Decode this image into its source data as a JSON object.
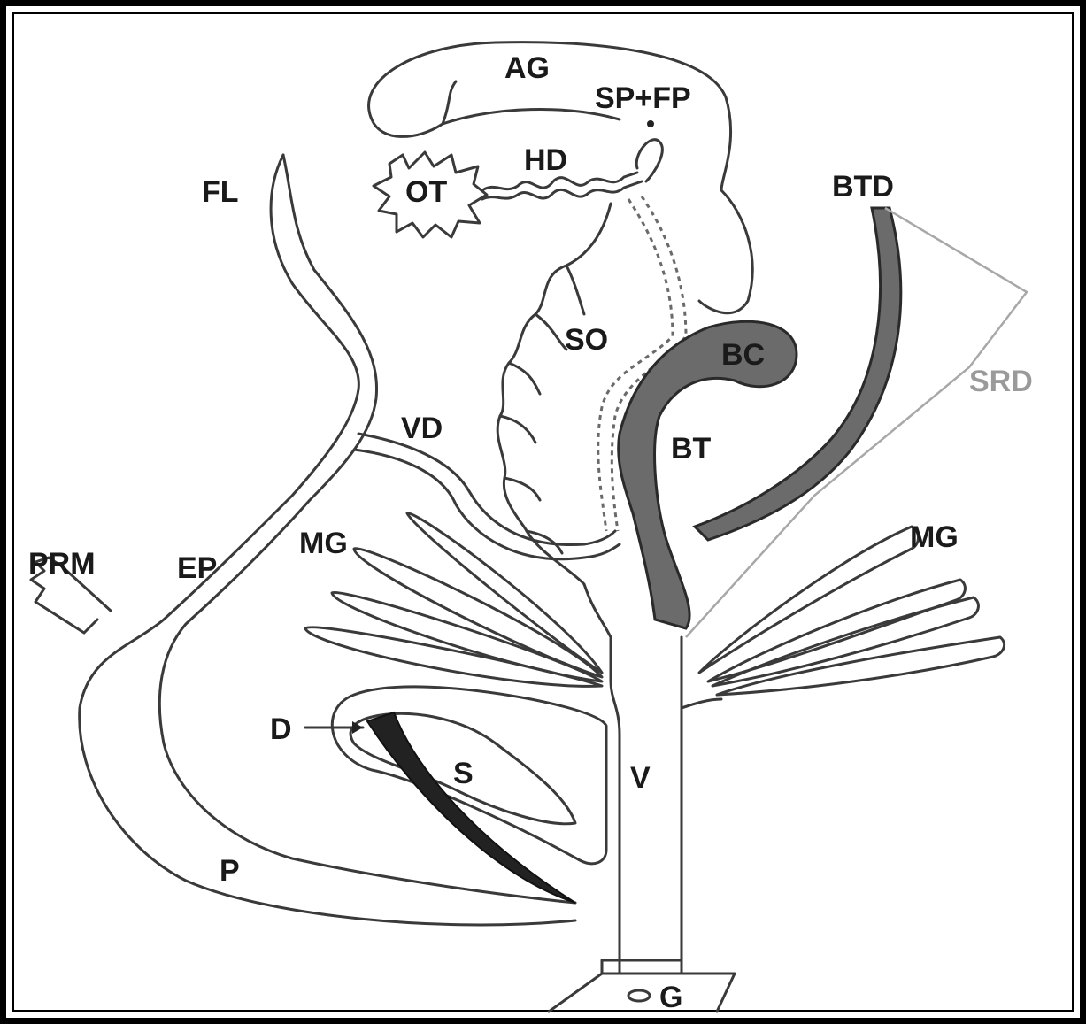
{
  "labels": {
    "ag": "AG",
    "sp_fp": "SP+FP",
    "hd": "HD",
    "ot": "OT",
    "fl": "FL",
    "btd": "BTD",
    "so": "SO",
    "bc": "BC",
    "srd": "SRD",
    "vd": "VD",
    "bt": "BT",
    "mg_left": "MG",
    "mg_right": "MG",
    "prm": "PRM",
    "ep": "EP",
    "d": "D",
    "s": "S",
    "v": "V",
    "p": "P",
    "g": "G"
  },
  "colors": {
    "outline": "#3a3a3a",
    "bursa": "#6b6b6b",
    "srd_line": "#a8a8a8",
    "dart": "#2a2a2a"
  }
}
